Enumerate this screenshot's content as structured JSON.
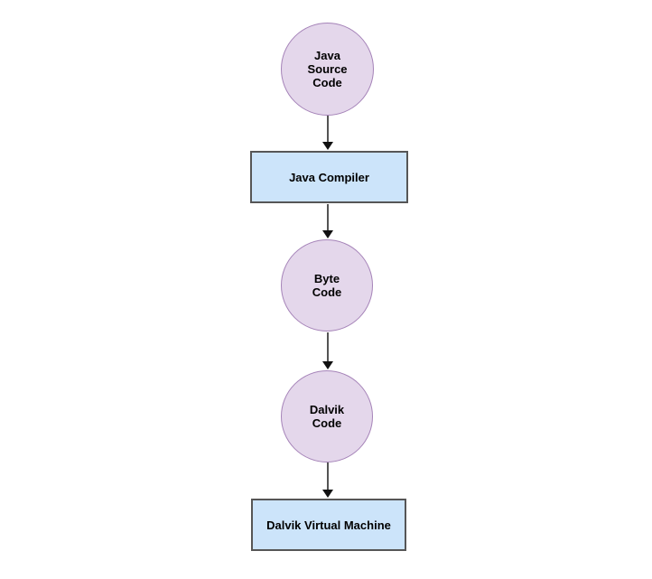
{
  "diagram": {
    "colors": {
      "background": "#ffffff",
      "ellipse_fill": "#e4d7eb",
      "ellipse_border": "#a583b8",
      "rect_fill": "#cce4fa",
      "rect_border": "#565656",
      "arrow_line": "#545454",
      "arrow_head": "#111111",
      "text": "#000000"
    },
    "nodes": [
      {
        "id": "java-source-code",
        "shape": "ellipse",
        "label": "Java\nSource\nCode"
      },
      {
        "id": "java-compiler",
        "shape": "rectangle",
        "label": "Java Compiler"
      },
      {
        "id": "byte-code",
        "shape": "ellipse",
        "label": "Byte\nCode"
      },
      {
        "id": "dalvik-code",
        "shape": "ellipse",
        "label": "Dalvik\nCode"
      },
      {
        "id": "dalvik-virtual-machine",
        "shape": "rectangle",
        "label": "Dalvik Virtual Machine"
      }
    ],
    "edges": [
      {
        "from": "java-source-code",
        "to": "java-compiler"
      },
      {
        "from": "java-compiler",
        "to": "byte-code"
      },
      {
        "from": "byte-code",
        "to": "dalvik-code"
      },
      {
        "from": "dalvik-code",
        "to": "dalvik-virtual-machine"
      }
    ]
  }
}
